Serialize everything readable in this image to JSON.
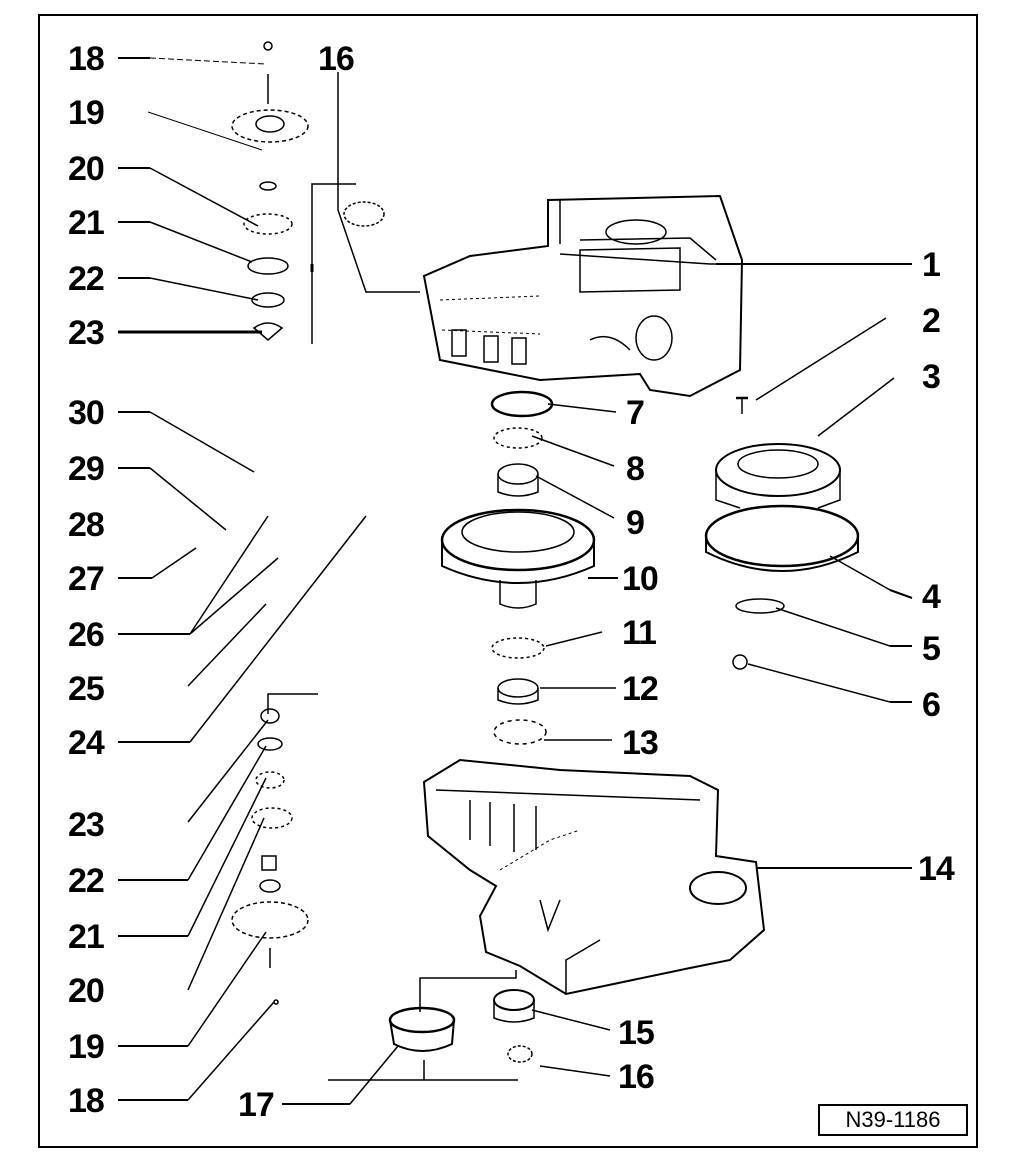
{
  "figure_id": "N39-1186",
  "callouts": {
    "c18a": "18",
    "c19a": "19",
    "c20a": "20",
    "c21a": "21",
    "c22a": "22",
    "c23a": "23",
    "c16a": "16",
    "c30": "30",
    "c29": "29",
    "c28": "28",
    "c27": "27",
    "c26": "26",
    "c25": "25",
    "c24": "24",
    "c23b": "23",
    "c22b": "22",
    "c21b": "21",
    "c20b": "20",
    "c19b": "19",
    "c18b": "18",
    "c17": "17",
    "c1": "1",
    "c2": "2",
    "c3": "3",
    "c4": "4",
    "c5": "5",
    "c6": "6",
    "c7": "7",
    "c8": "8",
    "c9": "9",
    "c10": "10",
    "c11": "11",
    "c12": "12",
    "c13": "13",
    "c14": "14",
    "c15": "15",
    "c16b": "16"
  },
  "colors": {
    "ink": "#000000",
    "paper": "#ffffff"
  }
}
